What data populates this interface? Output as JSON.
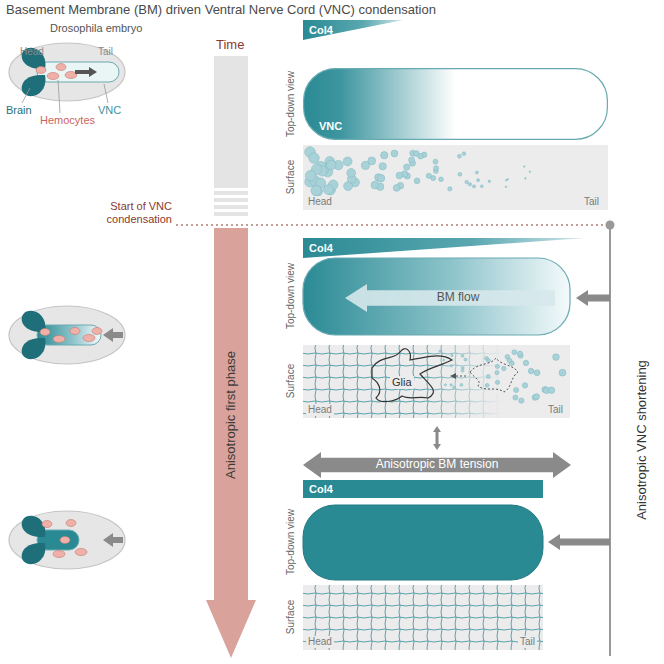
{
  "diagram": {
    "title": "Basement Membrane (BM) driven Ventral Nerve Cord (VNC) condensation",
    "nodes": [
      {
        "text": [
          "Col4"
        ]
      },
      {
        "text": [
          "VNC"
        ]
      },
      {
        "text": [
          "Col4"
        ]
      },
      {
        "text": [
          "BM flow"
        ]
      },
      {
        "text": [
          "Col4"
        ]
      },
      {
        "text": [
          "Anisotropic first phase"
        ]
      },
      {
        "text": [
          "Anisotropic BM tension"
        ]
      }
    ],
    "labels": [
      "Drosophila embryo",
      "Head",
      "Tail",
      "Brain",
      "VNC",
      "Hemocytes",
      "Time",
      "Start of VNC condensation",
      "Top-down view",
      "Surface",
      "Head",
      "Tail",
      "Top-down view",
      "Surface",
      "Glia",
      "Head",
      "Tail",
      "Top-down view",
      "Surface",
      "Head",
      "Tail",
      "Anisotropic VNC shortening"
    ]
  }
}
